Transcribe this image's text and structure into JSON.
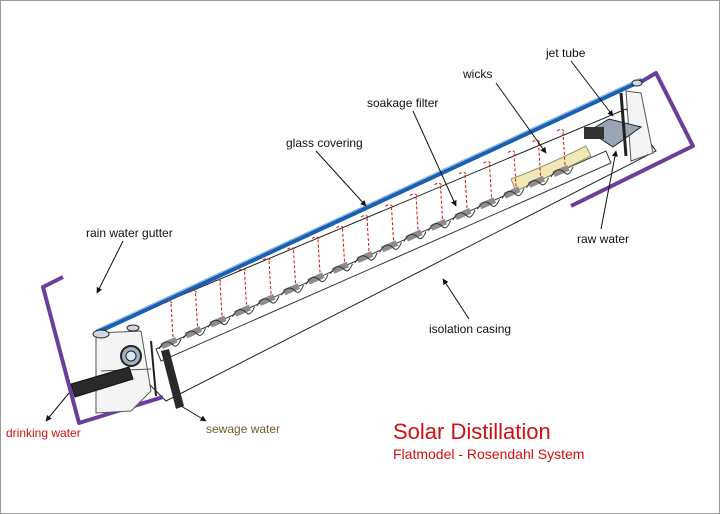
{
  "title": "Solar Distillation",
  "subtitle": "Flatmodel - Rosendahl System",
  "labels": {
    "jet_tube": "jet tube",
    "wicks": "wicks",
    "soakage_filter": "soakage filter",
    "glass_covering": "glass covering",
    "rain_water_gutter": "rain water gutter",
    "raw_water": "raw water",
    "isolation_casing": "isolation casing",
    "drinking_water": "drinking water",
    "sewage_water": "sewage water"
  },
  "colors": {
    "frame": "#6a3f9c",
    "glass": "#1a5fb0",
    "condensate": "#d01010",
    "filter": "#8c8c8c",
    "outline": "#222222",
    "sewage_label": "#7a5a2a"
  }
}
